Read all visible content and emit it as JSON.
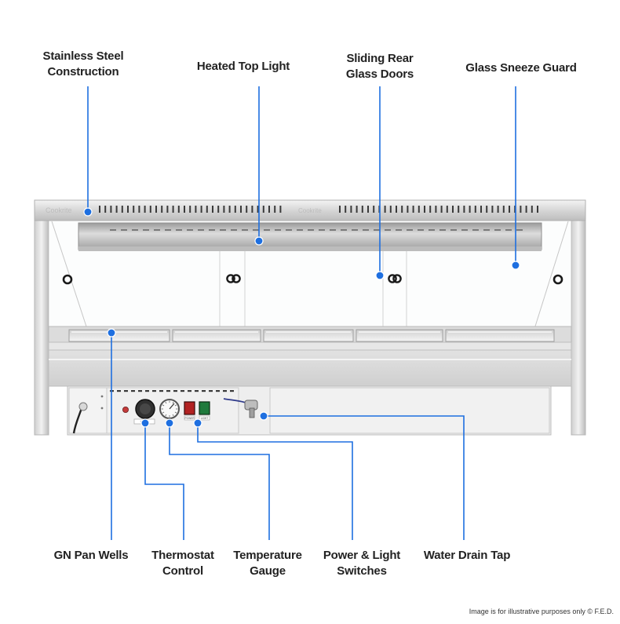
{
  "colors": {
    "callout": "#1e6fe0",
    "steel_light": "#eeeeee",
    "steel_dark": "#a8a8a8",
    "label_text": "#222222"
  },
  "brand": {
    "mark_left": "Cookrite",
    "mark_right": "Cookrite"
  },
  "panel": {
    "dial_label": "TEMP",
    "switch_left": "POWER",
    "switch_right": "LIGHT"
  },
  "callouts": {
    "top": [
      {
        "lines": [
          "Stainless Steel",
          "Construction"
        ]
      },
      {
        "lines": [
          "Heated Top Light"
        ]
      },
      {
        "lines": [
          "Sliding Rear",
          "Glass Doors"
        ]
      },
      {
        "lines": [
          "Glass Sneeze Guard"
        ]
      }
    ],
    "bottom": [
      {
        "lines": [
          "GN Pan Wells"
        ]
      },
      {
        "lines": [
          "Thermostat",
          "Control"
        ]
      },
      {
        "lines": [
          "Temperature",
          "Gauge"
        ]
      },
      {
        "lines": [
          "Power & Light",
          "Switches"
        ]
      },
      {
        "lines": [
          "Water Drain Tap"
        ]
      }
    ]
  },
  "footer": {
    "disclaimer": "Image is for illustrative purposes only  © F.E.D."
  }
}
